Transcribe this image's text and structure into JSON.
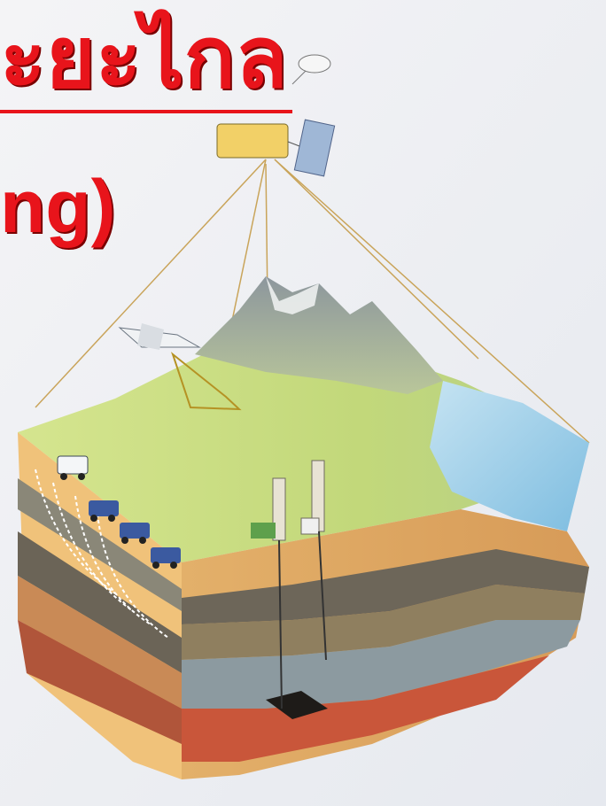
{
  "slide": {
    "title_thai": "ะยะไกล",
    "title_en": "ng)"
  },
  "colors": {
    "title": "#e8141b",
    "background": "#eef0f4",
    "sky_water": "#9fd0ec",
    "plain": "#c9dc8a",
    "mountain": "#9aa2a6"
  },
  "illustration": {
    "elements": [
      "satellite-icon",
      "airplane-icon",
      "mountain",
      "lake",
      "survey-truck-icon",
      "drilling-rig-icon",
      "rock-strata",
      "seismic-lines",
      "sensor-beams"
    ]
  }
}
